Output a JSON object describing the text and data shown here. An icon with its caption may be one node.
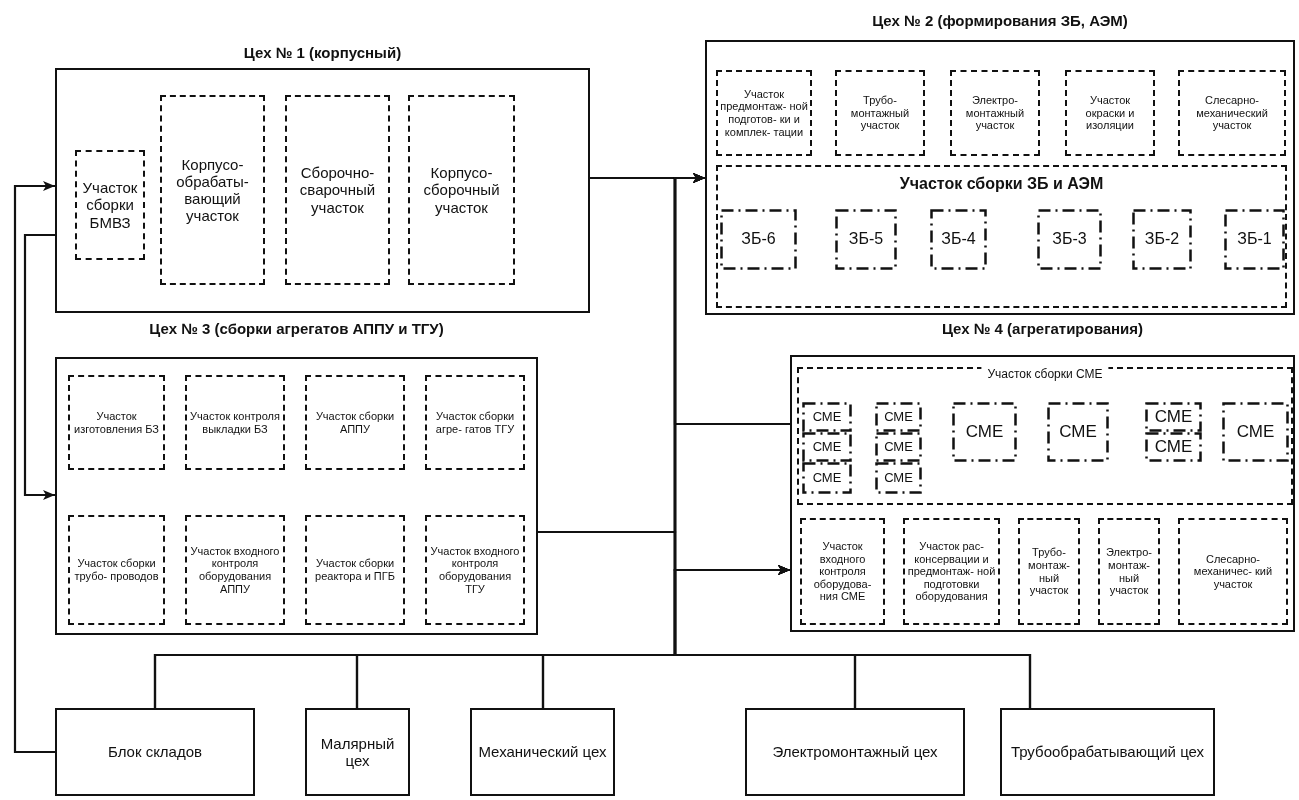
{
  "diagram": {
    "nodes": [
      {
        "text": [
          "Цех № 1 (корпусный)"
        ]
      },
      {
        "text": [
          "Участок сборки БМВЗ"
        ],
        "in": 0
      },
      {
        "text": [
          "Корпусо- обрабаты- вающий участок"
        ],
        "in": 0
      },
      {
        "text": [
          "Сборочно- сварочный участок"
        ],
        "in": 0
      },
      {
        "text": [
          "Корпусо- сборочный участок"
        ],
        "in": 0
      },
      {
        "text": [
          "Цех № 2 (формирования ЗБ, АЭМ)"
        ]
      },
      {
        "text": [
          "Участок предмонтаж- ной подготов- ки и комплек- тации"
        ],
        "in": 5
      },
      {
        "text": [
          "Трубо- монтажный участок"
        ],
        "in": 5
      },
      {
        "text": [
          "Электро- монтажный участок"
        ],
        "in": 5
      },
      {
        "text": [
          "Участок окраски и изоляции"
        ],
        "in": 5
      },
      {
        "text": [
          "Слесарно- механический участок"
        ],
        "in": 5
      },
      {
        "text": [
          "Участок сборки ЗБ и АЭМ"
        ],
        "in": 5
      },
      {
        "text": [
          "ЗБ-6"
        ],
        "in": 11
      },
      {
        "text": [
          "ЗБ-5"
        ],
        "in": 11
      },
      {
        "text": [
          "ЗБ-4"
        ],
        "in": 11
      },
      {
        "text": [
          "ЗБ-3"
        ],
        "in": 11
      },
      {
        "text": [
          "ЗБ-2"
        ],
        "in": 11
      },
      {
        "text": [
          "ЗБ-1"
        ],
        "in": 11
      },
      {
        "text": [
          "Цех № 3 (сборки агрегатов АППУ и ТГУ)"
        ]
      },
      {
        "text": [
          "Участок изготовления БЗ"
        ],
        "in": 18
      },
      {
        "text": [
          "Участок контроля выкладки БЗ"
        ],
        "in": 18
      },
      {
        "text": [
          "Участок сборки АППУ"
        ],
        "in": 18
      },
      {
        "text": [
          "Участок сборки агре- гатов ТГУ"
        ],
        "in": 18
      },
      {
        "text": [
          "Участок сборки трубо- проводов"
        ],
        "in": 18
      },
      {
        "text": [
          "Участок входного контроля оборудования АППУ"
        ],
        "in": 18
      },
      {
        "text": [
          "Участок сборки реактора и ПГБ"
        ],
        "in": 18
      },
      {
        "text": [
          "Участок входного контроля оборудования ТГУ"
        ],
        "in": 18
      },
      {
        "text": [
          "Цех № 4 (агрегатирования)"
        ]
      },
      {
        "text": [
          "Участок сборки СМЕ"
        ],
        "in": 27
      },
      {
        "text": [
          "СМЕ"
        ],
        "in": 28
      },
      {
        "text": [
          "СМЕ"
        ],
        "in": 28
      },
      {
        "text": [
          "СМЕ"
        ],
        "in": 28
      },
      {
        "text": [
          "СМЕ"
        ],
        "in": 28
      },
      {
        "text": [
          "СМЕ"
        ],
        "in": 28
      },
      {
        "text": [
          "СМЕ"
        ],
        "in": 28
      },
      {
        "text": [
          "СМЕ"
        ],
        "in": 28
      },
      {
        "text": [
          "СМЕ"
        ],
        "in": 28
      },
      {
        "text": [
          "СМЕ"
        ],
        "in": 28
      },
      {
        "text": [
          "СМЕ"
        ],
        "in": 28
      },
      {
        "text": [
          "СМЕ"
        ],
        "in": 28
      },
      {
        "text": [
          "Участок входного контроля оборудова- ния СМЕ"
        ],
        "in": 27
      },
      {
        "text": [
          "Участок рас- консервации и предмонтаж- ной подготовки оборудования"
        ],
        "in": 27
      },
      {
        "text": [
          "Трубо- монтаж- ный участок"
        ],
        "in": 27
      },
      {
        "text": [
          "Электро- монтаж- ный участок"
        ],
        "in": 27
      },
      {
        "text": [
          "Слесарно- механичес- кий участок"
        ],
        "in": 27
      },
      {
        "text": [
          "Блок складов"
        ]
      },
      {
        "text": [
          "Малярный цех"
        ]
      },
      {
        "text": [
          "Механический цех"
        ]
      },
      {
        "text": [
          "Электромонтажный цех"
        ]
      },
      {
        "text": [
          "Трубообрабатывающий цех"
        ]
      }
    ],
    "edges": [
      {
        "from": 45,
        "to": 0,
        "arrow": "to"
      },
      {
        "from": 0,
        "to": 18,
        "arrow": "to"
      },
      {
        "from": 0,
        "to": 5,
        "arrow": "to"
      },
      {
        "from": 0,
        "to": 27,
        "arrow": "to"
      },
      {
        "from": 18,
        "to": 5,
        "arrow": "to"
      },
      {
        "from": 18,
        "to": 27,
        "arrow": "to"
      },
      {
        "from": 27,
        "to": 5,
        "arrow": "to"
      },
      {
        "from": 45,
        "to": 5,
        "arrow": "to"
      },
      {
        "from": 45,
        "to": 27,
        "arrow": "to"
      },
      {
        "from": 46,
        "to": 5,
        "arrow": "to"
      },
      {
        "from": 46,
        "to": 27,
        "arrow": "to"
      },
      {
        "from": 47,
        "to": 5,
        "arrow": "to"
      },
      {
        "from": 47,
        "to": 27,
        "arrow": "to"
      },
      {
        "from": 48,
        "to": 5,
        "arrow": "to"
      },
      {
        "from": 48,
        "to": 27,
        "arrow": "to"
      },
      {
        "from": 49,
        "to": 5,
        "arrow": "to"
      },
      {
        "from": 49,
        "to": 27,
        "arrow": "to"
      }
    ]
  }
}
